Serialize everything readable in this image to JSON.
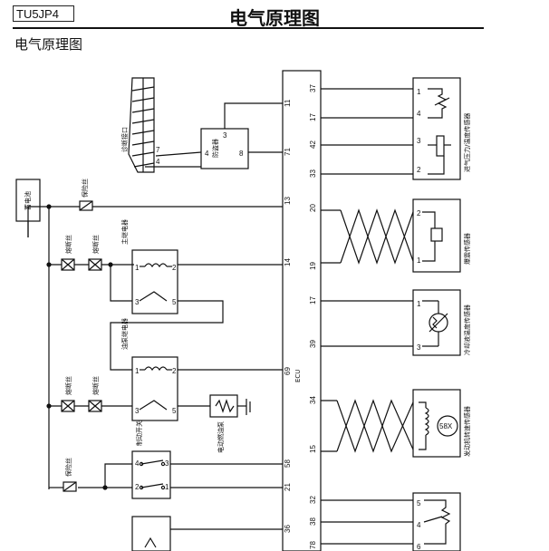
{
  "header": {
    "code": "TU5JP4",
    "title": "电气原理图",
    "subtitle": "电气原理图"
  },
  "labels": {
    "diag_port": "诊断接口",
    "battery": "蓄电池",
    "fuse_top": "保险丝",
    "fuse_a": "熔断丝",
    "fuse_b": "熔断丝",
    "fuse_c": "熔断丝",
    "fuse_d": "熔断丝",
    "fuse_bottom": "保险丝",
    "main_relay": "主继电器",
    "pump_relay": "油泵继电器",
    "immobilizer": "防盗器",
    "fuel_pump": "电动燃油泵",
    "brake_switch": "制动开关",
    "ecu": "ECU",
    "map_sensor": "进气压力/温度传感器",
    "knock_sensor": "爆震传感器",
    "coolant_sensor": "冷却液温度传感器",
    "crank_sensor": "发动机转速传感器",
    "crank_teeth": "58X"
  },
  "ecu_pins": {
    "p11": "11",
    "p71": "71",
    "p13": "13",
    "p14": "14",
    "p69": "69",
    "p58": "58",
    "p21": "21",
    "p36": "36",
    "p37": "37",
    "p17a": "17",
    "p42": "42",
    "p33": "33",
    "p20": "20",
    "p19": "19",
    "p17b": "17",
    "p39": "39",
    "p34": "34",
    "p15": "15",
    "p32": "32",
    "p38": "38",
    "p78": "78"
  },
  "component_pins": {
    "immo_3": "3",
    "immo_4": "4",
    "immo_8": "8",
    "diag_7": "7",
    "diag_4": "4",
    "mr_1": "1",
    "mr_2": "2",
    "mr_3": "3",
    "mr_5": "5",
    "pr_1": "1",
    "pr_2": "2",
    "pr_3": "3",
    "pr_5": "5",
    "bs_4": "4",
    "bs_3": "3",
    "bs_2": "2",
    "bs_1": "1",
    "map_1": "1",
    "map_4": "4",
    "map_3": "3",
    "map_2": "2",
    "ks_2": "2",
    "ks_1": "1",
    "cs_1": "1",
    "cs_3": "3",
    "tp_5": "5",
    "tp_4": "4",
    "tp_6": "6"
  }
}
